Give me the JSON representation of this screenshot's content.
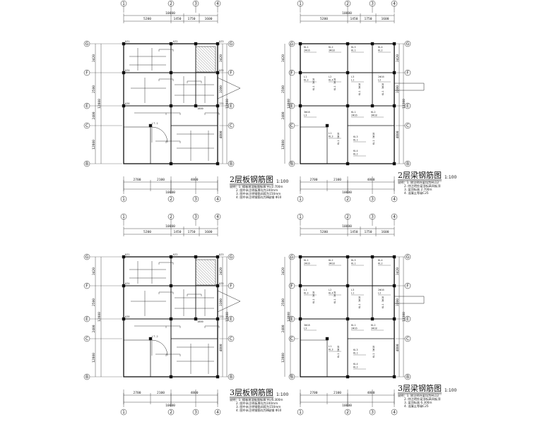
{
  "colors": {
    "ink": "#222222",
    "wall": "#111111",
    "hatch": "#555555",
    "background": "#ffffff"
  },
  "axes": {
    "cols": [
      "1",
      "2",
      "3",
      "4"
    ],
    "rows": [
      "G",
      "F",
      "E",
      "C",
      "B"
    ]
  },
  "top_dims": {
    "spans": [
      "5200",
      "1450",
      "1750",
      "1600"
    ],
    "total": "10000"
  },
  "bottom_dims": {
    "spans": [
      "2700",
      "2100",
      "4800"
    ],
    "total": "10000"
  },
  "right_dims": [
    "3420",
    "3300",
    "4800",
    "12800"
  ],
  "right_dims_beam": [
    "3420",
    "3300",
    "4800",
    "13300"
  ],
  "left_dims": [
    "3420",
    "2500",
    "2400",
    "12800"
  ],
  "panels": [
    {
      "id": "plate2",
      "title": "2层板钢筋图",
      "scale": "1:100",
      "notes": [
        "说明：1. 楼板现浇板面标高 H=2.700m",
        "2. 图中未注明板厚均为100mm",
        "3. 图中未注明钢筋间距为150mm",
        "4. 图中未注明钢筋均为Ⅲ级钢 Φ10"
      ],
      "labels": [
        "KZ1",
        "KZ2",
        "KZ3",
        "KZ4",
        "KZ5",
        "KZ6",
        "TZ1",
        "LT-1",
        "1800"
      ]
    },
    {
      "id": "beam2",
      "title": "2层梁钢筋图",
      "scale": "1:100",
      "notes": [
        "说明：1. 除注明外梁均为HL12",
        "2. 除注明外梁顶标高同板顶",
        "3. 梁顶标高 2.700m",
        "4. 混凝土等级C25"
      ],
      "labels": [
        "KL1",
        "KL2",
        "KL3",
        "KL4",
        "L1",
        "L2",
        "L3",
        "2Φ16",
        "3Φ18"
      ]
    },
    {
      "id": "plate3",
      "title": "3层板钢筋图",
      "scale": "1:100",
      "notes": [
        "说明：1. 楼板现浇板面标高 H=6.300m",
        "2. 图中未注明板厚均为100mm",
        "3. 图中未注明钢筋间距为150mm",
        "4. 图中未注明钢筋均为Ⅲ级钢 Φ10"
      ],
      "labels": [
        "KZ1",
        "KZ2",
        "KZ3",
        "KZ4",
        "KZ5",
        "KZ6",
        "TZ1",
        "LT-2",
        "1800"
      ]
    },
    {
      "id": "beam3",
      "title": "3层梁钢筋图",
      "scale": "1:100",
      "notes": [
        "说明：1. 除注明外梁均为HL12",
        "2. 除注明外梁顶标高同板顶",
        "3. 梁顶标高 6.300m",
        "4. 混凝土等级C25"
      ],
      "labels": [
        "KL1",
        "KL2",
        "KL3",
        "KL4",
        "L1",
        "L2",
        "L3",
        "2Φ16",
        "3Φ18"
      ]
    }
  ]
}
